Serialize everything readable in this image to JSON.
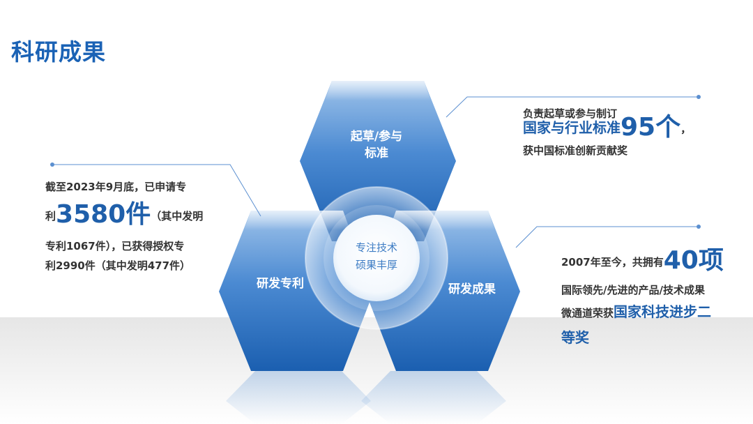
{
  "title": "科研成果",
  "hexagons": {
    "top": {
      "line1": "起草/参与",
      "line2": "标准"
    },
    "left": {
      "label": "研发专利"
    },
    "right": {
      "label": "研发成果"
    }
  },
  "center": {
    "line1": "专注技术",
    "line2": "硕果丰厚"
  },
  "colors": {
    "title": "#1a62b5",
    "hex_top": "#8fb8e6",
    "hex_bottom": "#1b5fb0",
    "text": "#333333"
  },
  "right_top": {
    "line1": "负责起草或参与制订",
    "highlight": "国家与行业标准",
    "number": "95个",
    "comma": "，",
    "line3": "获中国标准创新贡献奖"
  },
  "left_block": {
    "line1": "截至2023年9月底，已申请专",
    "line2_prefix": "利",
    "number": "3580件",
    "line2_suffix": "（其中发明",
    "line3": "专利1067件），已获得授权专",
    "line4": "利2990件（其中发明477件）"
  },
  "right_bottom": {
    "line1_prefix": "2007年至今，共拥有",
    "number": "40项",
    "line2": "国际领先/先进的产品/技术成果",
    "line3_prefix": "微通道荣获",
    "highlight1": "国家科技进步二",
    "highlight2": "等奖"
  }
}
